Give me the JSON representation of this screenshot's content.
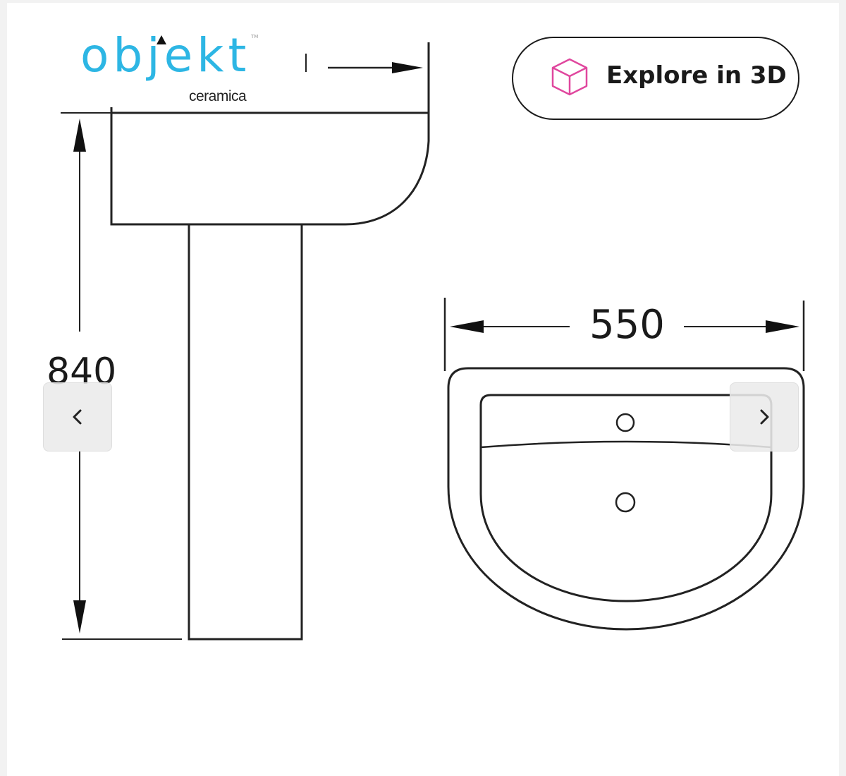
{
  "brand": {
    "name": "objekt",
    "sub": "ceramica",
    "trademark": "TM",
    "color": "#2db6e4"
  },
  "explore_button": {
    "label": "Explore in 3D",
    "icon": "cube-icon",
    "icon_color": "#e0479e"
  },
  "drawing": {
    "height_label": "840",
    "width_label": "550"
  },
  "carousel": {
    "prev_icon": "chevron-left-icon",
    "next_icon": "chevron-right-icon"
  }
}
